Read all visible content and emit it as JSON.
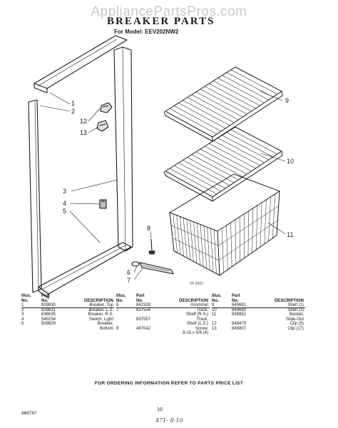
{
  "watermark": "AppliancePartsPros.com",
  "title": "BREAKER PARTS",
  "subtitle": "For Model: EEV202NW2",
  "reference_code": "VF 0307",
  "callouts": {
    "c1": "1",
    "c2": "2",
    "c12": "12",
    "c13": "13",
    "c3": "3",
    "c4": "4",
    "c5": "5",
    "c8": "8",
    "c6": "6",
    "c7": "7",
    "c9": "9",
    "c10": "10",
    "c11": "11"
  },
  "table_headers": {
    "illus_line1": "Illus.",
    "illus_line2": "No.",
    "part_line1": "Part",
    "part_line2": "No.",
    "description": "DESCRIPTION"
  },
  "parts_table": {
    "col1": [
      {
        "illus": "1",
        "part": "839830",
        "desc": "Breaker, Top"
      },
      {
        "illus": "2",
        "part": "839831",
        "desc": "Breaker, L.S."
      },
      {
        "illus": "3",
        "part": "836635",
        "desc": "Breaker, R.S."
      },
      {
        "illus": "4",
        "part": "549254",
        "desc": "Switch, Light"
      },
      {
        "illus": "5",
        "part": "839829",
        "desc": "Breaker,"
      },
      {
        "illus": "",
        "part": "",
        "desc": "Bottom"
      }
    ],
    "col2": [
      {
        "illus": "6",
        "part": "842339",
        "desc": "Grommet"
      },
      {
        "illus": "7",
        "part": "837554",
        "desc": "Track,"
      },
      {
        "illus": "",
        "part": "",
        "desc": "Shelf (R.S.)"
      },
      {
        "illus": "",
        "part": "837557",
        "desc": "Track,"
      },
      {
        "illus": "",
        "part": "",
        "desc": "Shelf (L.S.)"
      },
      {
        "illus": "8",
        "part": "487042",
        "desc": "Screw,"
      },
      {
        "illus": "",
        "part": "",
        "desc": "8-15 x 5/8 (4)"
      }
    ],
    "col3": [
      {
        "illus": "9",
        "part": "849691",
        "desc": "Shelf (1)"
      },
      {
        "illus": "10",
        "part": "849690",
        "desc": "Shelf (3)"
      },
      {
        "illus": "11",
        "part": "839852",
        "desc": "Basket,"
      },
      {
        "illus": "",
        "part": "",
        "desc": "Slide-Out"
      },
      {
        "illus": "12",
        "part": "849479",
        "desc": "Clip (5)"
      },
      {
        "illus": "13",
        "part": "845807",
        "desc": "Clip (17)"
      }
    ]
  },
  "footer_note": "FOR ORDERING INFORMATION REFER TO PARTS PRICE LIST",
  "page_number": "10",
  "document_number": "869767",
  "handwritten_mark": "471- 8-10"
}
